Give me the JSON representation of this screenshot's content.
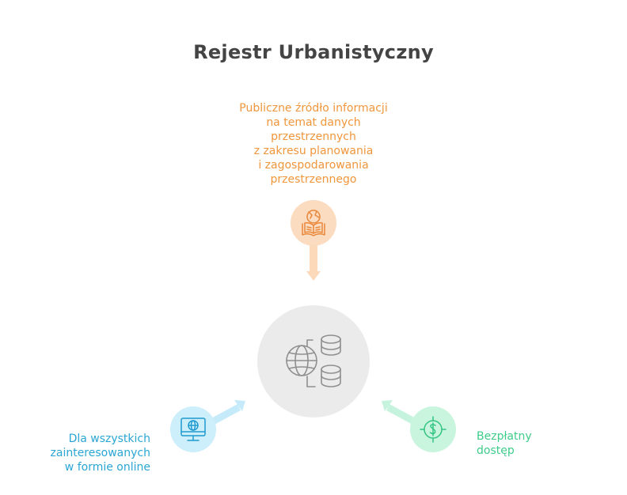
{
  "title": "Rejestr Urbanistyczny",
  "top": {
    "lines": [
      "Publiczne źródło informacji",
      "na temat danych",
      "przestrzennych",
      "z zakresu planowania",
      "i zagospodarowania",
      "przestrzennego"
    ],
    "icon": "book-globe-icon",
    "color": "#f0963c"
  },
  "left": {
    "lines": [
      "Dla wszystkich",
      "zainteresowanych",
      "w formie online"
    ],
    "icon": "monitor-globe-icon",
    "color": "#2aa6d4"
  },
  "right": {
    "lines": [
      "Bezpłatny",
      "dostęp"
    ],
    "icon": "dollar-target-icon",
    "color": "#3dcc8a"
  },
  "center": {
    "icon": "globe-database-icon"
  }
}
